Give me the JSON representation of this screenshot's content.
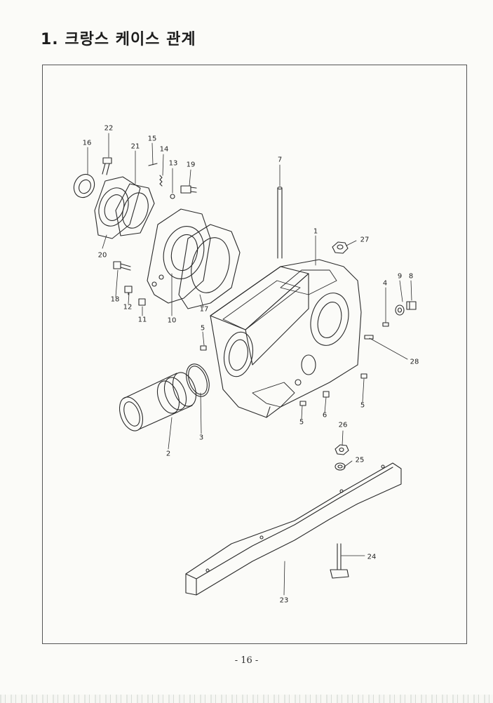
{
  "document": {
    "title": "1. 크랑스 케이스 관계",
    "page_number": "- 16 -"
  },
  "diagram": {
    "callouts": [
      {
        "id": "c1",
        "label": "1"
      },
      {
        "id": "c2",
        "label": "2"
      },
      {
        "id": "c3",
        "label": "3"
      },
      {
        "id": "c4",
        "label": "4"
      },
      {
        "id": "c5a",
        "label": "5"
      },
      {
        "id": "c5b",
        "label": "5"
      },
      {
        "id": "c5c",
        "label": "5"
      },
      {
        "id": "c6",
        "label": "6"
      },
      {
        "id": "c7",
        "label": "7"
      },
      {
        "id": "c8",
        "label": "8"
      },
      {
        "id": "c9",
        "label": "9"
      },
      {
        "id": "c10",
        "label": "10"
      },
      {
        "id": "c11",
        "label": "11"
      },
      {
        "id": "c12",
        "label": "12"
      },
      {
        "id": "c13",
        "label": "13"
      },
      {
        "id": "c14",
        "label": "14"
      },
      {
        "id": "c15",
        "label": "15"
      },
      {
        "id": "c16",
        "label": "16"
      },
      {
        "id": "c17",
        "label": "17"
      },
      {
        "id": "c18",
        "label": "18"
      },
      {
        "id": "c19",
        "label": "19"
      },
      {
        "id": "c20",
        "label": "20"
      },
      {
        "id": "c21",
        "label": "21"
      },
      {
        "id": "c22",
        "label": "22"
      },
      {
        "id": "c23",
        "label": "23"
      },
      {
        "id": "c24",
        "label": "24"
      },
      {
        "id": "c25",
        "label": "25"
      },
      {
        "id": "c26",
        "label": "26"
      },
      {
        "id": "c27",
        "label": "27"
      },
      {
        "id": "c28",
        "label": "28"
      }
    ]
  }
}
